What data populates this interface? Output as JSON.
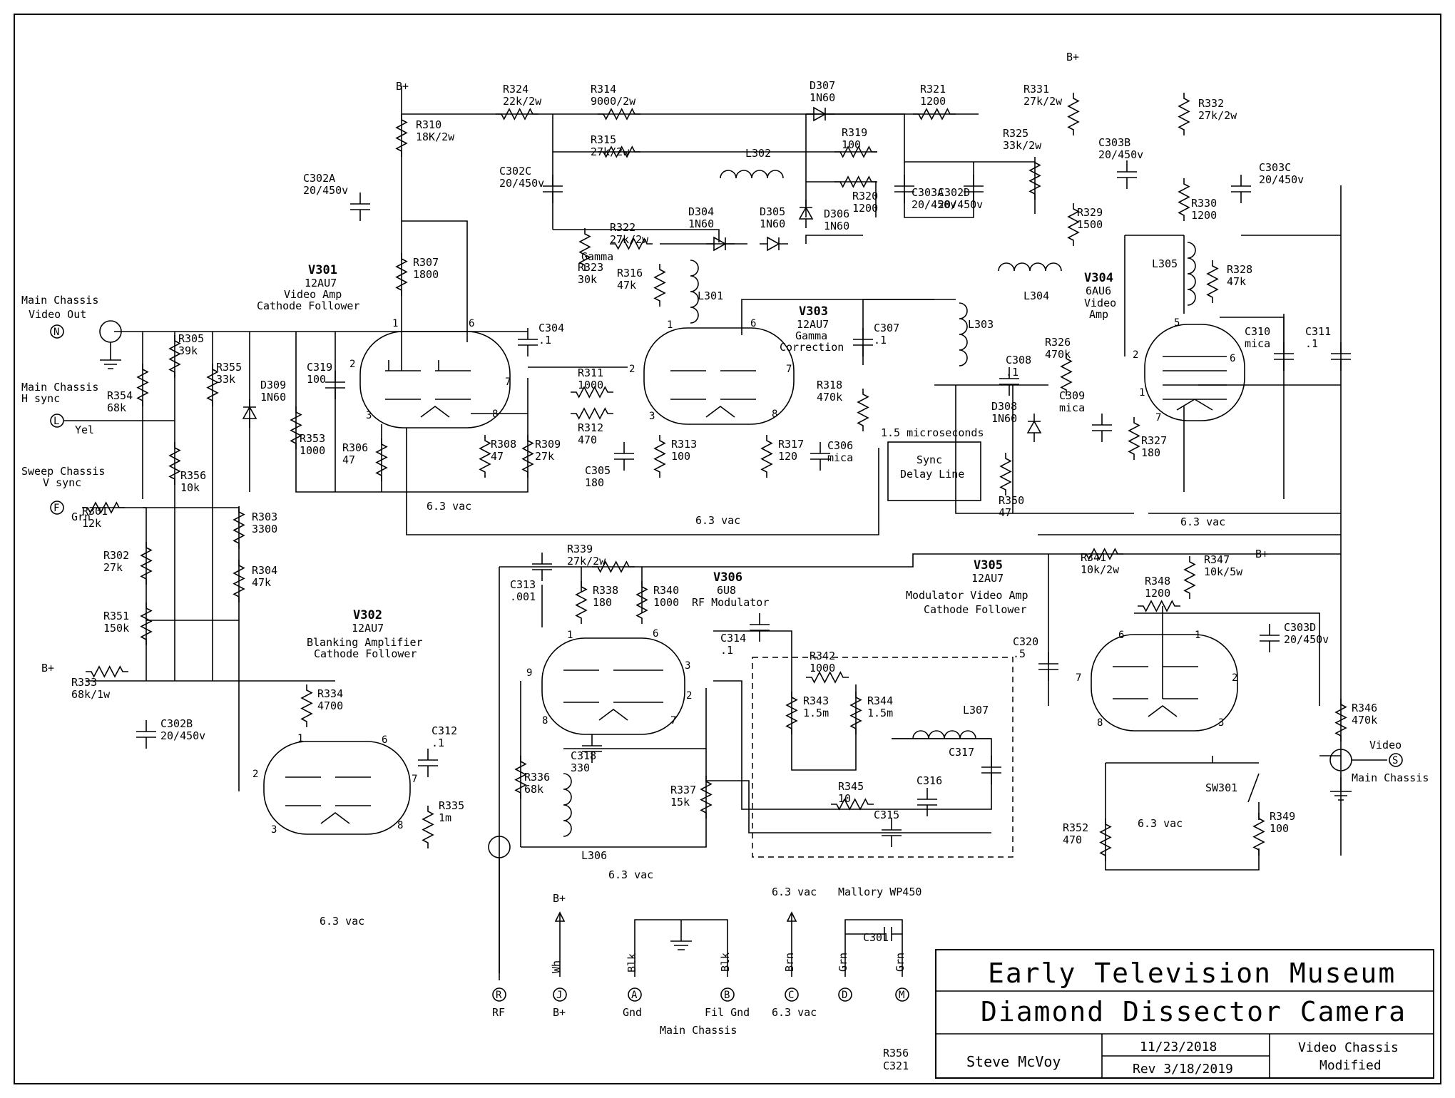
{
  "title_block": {
    "museum": "Early Television Museum",
    "camera": "Diamond Dissector Camera",
    "author": "Steve McVoy",
    "date": "11/23/2018",
    "revision": "Rev 3/18/2019",
    "sheet_line1": "Video Chassis",
    "sheet_line2": "Modified",
    "notes": [
      "R356",
      "C321"
    ]
  },
  "tubes": [
    {
      "id": "V301",
      "type": "12AU7",
      "desc1": "Video Amp",
      "desc2": "Cathode Follower"
    },
    {
      "id": "V302",
      "type": "12AU7",
      "desc1": "Blanking Amplifier",
      "desc2": "Cathode Follower"
    },
    {
      "id": "V303",
      "type": "12AU7",
      "desc1": "Gamma",
      "desc2": "Correction"
    },
    {
      "id": "V304",
      "type": "6AU6",
      "desc1": "Video",
      "desc2": "Amp"
    },
    {
      "id": "V305",
      "type": "12AU7",
      "desc1": "Modulator Video Amp",
      "desc2": "Cathode Follower"
    },
    {
      "id": "V306",
      "type": "6U8",
      "desc1": "RF Modulator",
      "desc2": ""
    }
  ],
  "connectors": [
    {
      "letter": "N",
      "label1": "Main Chassis",
      "label2": "Video Out"
    },
    {
      "letter": "L",
      "label1": "Main Chassis",
      "label2": "H sync",
      "wire": "Yel"
    },
    {
      "letter": "F",
      "label1": "Sweep Chassis",
      "label2": "V sync",
      "wire": "Grn"
    },
    {
      "letter": "S",
      "label1": "Video",
      "label2": "Main Chassis"
    },
    {
      "letter": "R",
      "label1": "RF"
    },
    {
      "letter": "J",
      "label1": "B+",
      "wire": "Wh"
    },
    {
      "letter": "A",
      "label1": "Gnd",
      "wire": "Blk"
    },
    {
      "letter": "B",
      "label1": "Fil Gnd",
      "wire": "Blk"
    },
    {
      "letter": "C",
      "label1": "6.3 vac",
      "wire": "Brn"
    },
    {
      "letter": "D",
      "label1": "",
      "wire": "Grn"
    },
    {
      "letter": "M",
      "label1": "",
      "wire": "Grn"
    }
  ],
  "bottom_labels": {
    "main_chassis": "Main Chassis",
    "mallory": "Mallory WP450",
    "c301": "C301",
    "sup_6v3": "6.3 vac",
    "sup_bplus": "B+",
    "gamma": "Gamma",
    "delay1": "Sync",
    "delay2": "Delay Line",
    "delay_time": "1.5 microseconds",
    "sw": "SW301"
  },
  "components": [
    {
      "ref": "R301",
      "value": "12k"
    },
    {
      "ref": "R302",
      "value": "27k"
    },
    {
      "ref": "R303",
      "value": "3300"
    },
    {
      "ref": "R304",
      "value": "47k"
    },
    {
      "ref": "R305",
      "value": "39k"
    },
    {
      "ref": "R306",
      "value": "47"
    },
    {
      "ref": "R307",
      "value": "1800"
    },
    {
      "ref": "R308",
      "value": "47"
    },
    {
      "ref": "R309",
      "value": "27k"
    },
    {
      "ref": "R310",
      "value": "18K/2w"
    },
    {
      "ref": "R311",
      "value": "1000"
    },
    {
      "ref": "R312",
      "value": "470"
    },
    {
      "ref": "R313",
      "value": "100"
    },
    {
      "ref": "R314",
      "value": "9000/2w"
    },
    {
      "ref": "R315",
      "value": "27k/2w"
    },
    {
      "ref": "R316",
      "value": "47k"
    },
    {
      "ref": "R317",
      "value": "120"
    },
    {
      "ref": "R318",
      "value": "470k"
    },
    {
      "ref": "R319",
      "value": "100"
    },
    {
      "ref": "R320",
      "value": "1200"
    },
    {
      "ref": "R321",
      "value": "1200"
    },
    {
      "ref": "R322",
      "value": "27k/2w"
    },
    {
      "ref": "R323",
      "value": "30k"
    },
    {
      "ref": "R324",
      "value": "22k/2w"
    },
    {
      "ref": "R325",
      "value": "33k/2w"
    },
    {
      "ref": "R326",
      "value": "470k"
    },
    {
      "ref": "R327",
      "value": "180"
    },
    {
      "ref": "R328",
      "value": "47k"
    },
    {
      "ref": "R329",
      "value": "1500"
    },
    {
      "ref": "R330",
      "value": "1200"
    },
    {
      "ref": "R331",
      "value": "27k/2w"
    },
    {
      "ref": "R332",
      "value": "27k/2w"
    },
    {
      "ref": "R333",
      "value": "68k/1w"
    },
    {
      "ref": "R334",
      "value": "4700"
    },
    {
      "ref": "R335",
      "value": "1m"
    },
    {
      "ref": "R336",
      "value": "68k"
    },
    {
      "ref": "R337",
      "value": "15k"
    },
    {
      "ref": "R338",
      "value": "180"
    },
    {
      "ref": "R339",
      "value": "27k/2w"
    },
    {
      "ref": "R340",
      "value": "1000"
    },
    {
      "ref": "R341",
      "value": "10k/2w"
    },
    {
      "ref": "R342",
      "value": "1000"
    },
    {
      "ref": "R343",
      "value": "1.5m"
    },
    {
      "ref": "R344",
      "value": "1.5m"
    },
    {
      "ref": "R345",
      "value": "10"
    },
    {
      "ref": "R346",
      "value": "470k"
    },
    {
      "ref": "R347",
      "value": "10k/5w"
    },
    {
      "ref": "R348",
      "value": "1200"
    },
    {
      "ref": "R349",
      "value": "100"
    },
    {
      "ref": "R350",
      "value": "47"
    },
    {
      "ref": "R351",
      "value": "150k"
    },
    {
      "ref": "R352",
      "value": "470"
    },
    {
      "ref": "R353",
      "value": "1000"
    },
    {
      "ref": "R354",
      "value": "68k"
    },
    {
      "ref": "R355",
      "value": "33k"
    },
    {
      "ref": "R356",
      "value": "10k"
    },
    {
      "ref": "C302A",
      "value": "20/450v"
    },
    {
      "ref": "C302B",
      "value": "20/450v"
    },
    {
      "ref": "C302C",
      "value": "20/450v"
    },
    {
      "ref": "C302D",
      "value": "20/450v"
    },
    {
      "ref": "C303A",
      "value": "20/450v"
    },
    {
      "ref": "C303B",
      "value": "20/450v"
    },
    {
      "ref": "C303C",
      "value": "20/450v"
    },
    {
      "ref": "C303D",
      "value": "20/450v"
    },
    {
      "ref": "C304",
      "value": ".1"
    },
    {
      "ref": "C305",
      "value": "180"
    },
    {
      "ref": "C306",
      "value": "mica"
    },
    {
      "ref": "C307",
      "value": ".1"
    },
    {
      "ref": "C308",
      "value": ".1"
    },
    {
      "ref": "C309",
      "value": "mica"
    },
    {
      "ref": "C310",
      "value": "mica"
    },
    {
      "ref": "C311",
      "value": ".1"
    },
    {
      "ref": "C312",
      "value": ".1"
    },
    {
      "ref": "C313",
      "value": ".001"
    },
    {
      "ref": "C314",
      "value": ".1"
    },
    {
      "ref": "C315",
      "value": ""
    },
    {
      "ref": "C316",
      "value": ""
    },
    {
      "ref": "C317",
      "value": ""
    },
    {
      "ref": "C318",
      "value": "330"
    },
    {
      "ref": "C319",
      "value": "100"
    },
    {
      "ref": "C320",
      "value": ".5"
    },
    {
      "ref": "L301",
      "value": ""
    },
    {
      "ref": "L302",
      "value": ""
    },
    {
      "ref": "L303",
      "value": ""
    },
    {
      "ref": "L304",
      "value": ""
    },
    {
      "ref": "L305",
      "value": ""
    },
    {
      "ref": "L306",
      "value": ""
    },
    {
      "ref": "L307",
      "value": ""
    },
    {
      "ref": "D304",
      "value": "1N60"
    },
    {
      "ref": "D305",
      "value": "1N60"
    },
    {
      "ref": "D306",
      "value": "1N60"
    },
    {
      "ref": "D307",
      "value": "1N60"
    },
    {
      "ref": "D308",
      "value": "1N60"
    },
    {
      "ref": "D309",
      "value": "1N60"
    }
  ]
}
